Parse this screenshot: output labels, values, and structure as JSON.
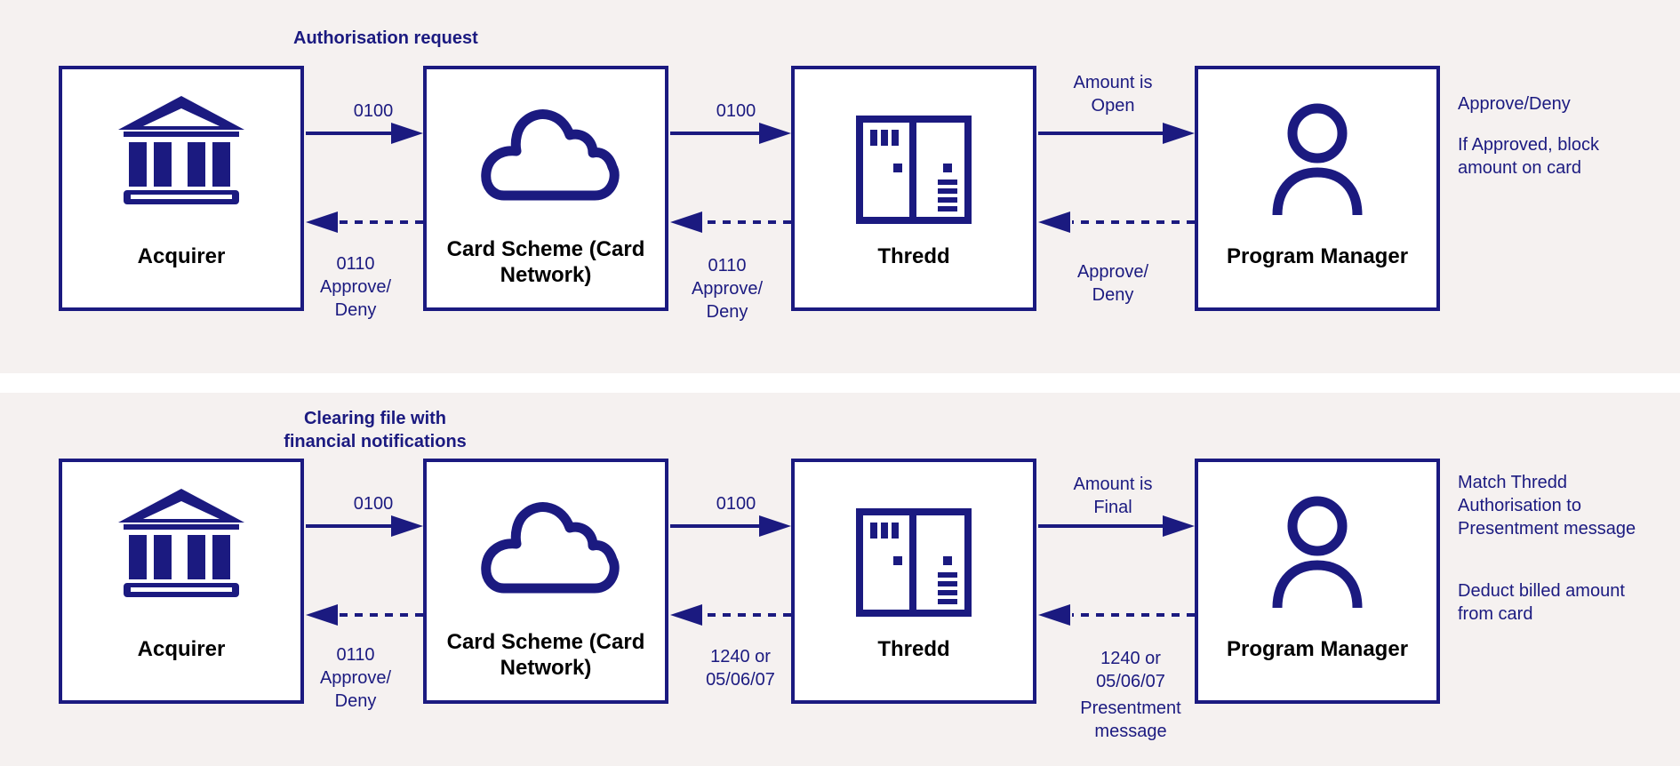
{
  "colors": {
    "accent": "#1b1a80",
    "panel_bg": "#f5f1f0",
    "node_bg": "#ffffff",
    "title_text": "#000000"
  },
  "top": {
    "heading": "Authorisation request",
    "nodes": {
      "acquirer": {
        "title": "Acquirer",
        "icon": "bank-icon"
      },
      "scheme": {
        "title": "Card Scheme (Card Network)",
        "icon": "cloud-icon"
      },
      "thredd": {
        "title": "Thredd",
        "icon": "thredd-server-icon"
      },
      "pm": {
        "title": "Program Manager",
        "icon": "person-icon"
      }
    },
    "labels": {
      "a_fwd": "0100",
      "a_back": [
        "0110",
        "Approve/",
        "Deny"
      ],
      "b_fwd": "0100",
      "b_back": [
        "0110",
        "Approve/",
        "Deny"
      ],
      "c_fwd": [
        "Amount is",
        "Open"
      ],
      "c_back": [
        "Approve/",
        "Deny"
      ]
    },
    "side_notes": [
      "Approve/Deny",
      "If Approved, block",
      "amount on card"
    ]
  },
  "bottom": {
    "heading": [
      "Clearing file with",
      "financial notifications"
    ],
    "nodes": {
      "acquirer": {
        "title": "Acquirer",
        "icon": "bank-icon"
      },
      "scheme": {
        "title": "Card Scheme (Card Network)",
        "icon": "cloud-icon"
      },
      "thredd": {
        "title": "Thredd",
        "icon": "thredd-server-icon"
      },
      "pm": {
        "title": "Program Manager",
        "icon": "person-icon"
      }
    },
    "labels": {
      "a_fwd": "0100",
      "a_back": [
        "0110",
        "Approve/",
        "Deny"
      ],
      "b_fwd": "0100",
      "b_back": [
        "1240 or",
        "05/06/07"
      ],
      "c_fwd": [
        "Amount is",
        "Final"
      ],
      "c_back": [
        "1240 or",
        "05/06/07",
        "Presentment",
        "message"
      ]
    },
    "side_notes": [
      "Match Thredd",
      "Authorisation to",
      "Presentment message",
      "Deduct billed amount",
      "from card"
    ]
  }
}
